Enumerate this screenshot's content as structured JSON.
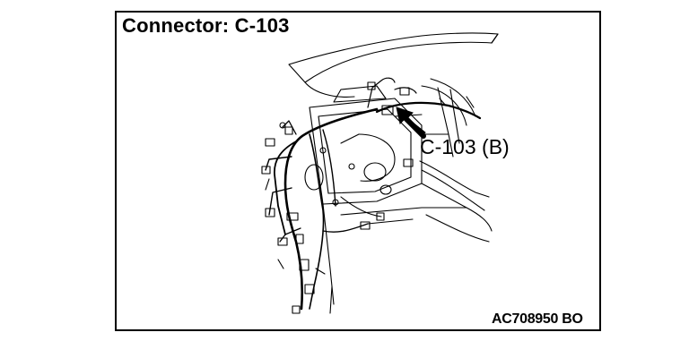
{
  "diagram": {
    "title": "Connector: C-103",
    "callout_label": "C-103 (B)",
    "figure_code": "AC708950 BO"
  }
}
